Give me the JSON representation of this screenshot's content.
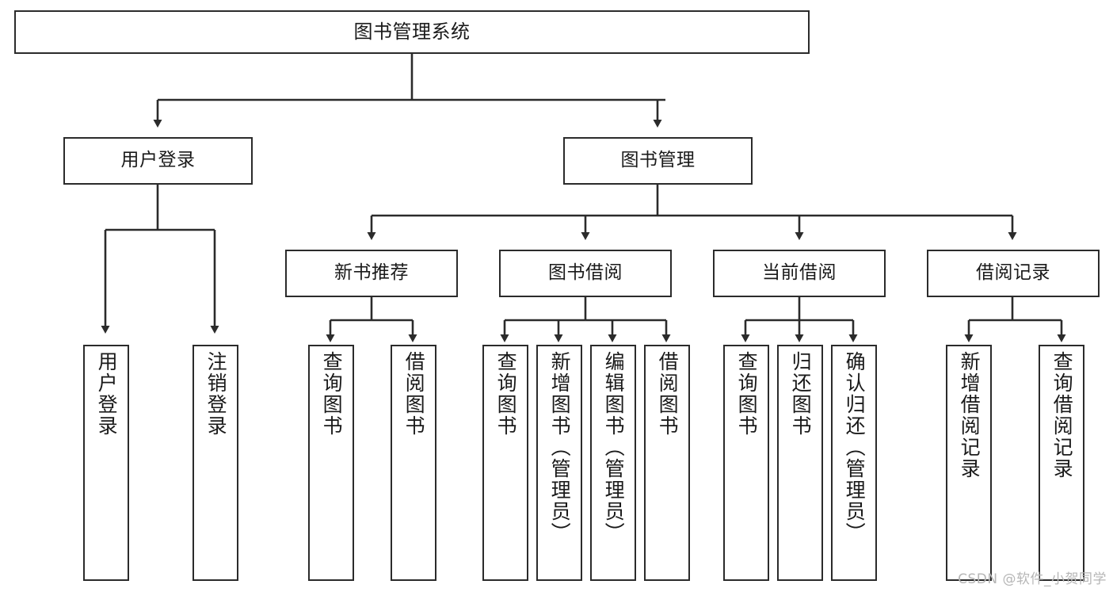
{
  "diagram": {
    "title": "图书管理系统",
    "type": "function-structure-tree",
    "watermark": "CSDN @软件_小贺同学",
    "colors": {
      "stroke": "#2b2b2b",
      "fill": "#ffffff",
      "text": "#1a1a1a",
      "watermark": "#b6b6b6"
    },
    "levels": {
      "root": {
        "label": "图书管理系统"
      },
      "level2": [
        {
          "label": "用户登录"
        },
        {
          "label": "图书管理"
        }
      ],
      "level3": [
        {
          "label": "新书推荐"
        },
        {
          "label": "图书借阅"
        },
        {
          "label": "当前借阅"
        },
        {
          "label": "借阅记录"
        }
      ],
      "leaves": {
        "user_login": [
          {
            "label": "用户登录"
          },
          {
            "label": "注销登录"
          }
        ],
        "new_book": [
          {
            "label": "查询图书"
          },
          {
            "label": "借阅图书"
          }
        ],
        "book_borrow": [
          {
            "label": "查询图书"
          },
          {
            "label": "新增图书（管理员）"
          },
          {
            "label": "编辑图书（管理员）"
          },
          {
            "label": "借阅图书"
          }
        ],
        "current_borrow": [
          {
            "label": "查询图书"
          },
          {
            "label": "归还图书"
          },
          {
            "label": "确认归还（管理员）"
          }
        ],
        "borrow_record": [
          {
            "label": "新增借阅记录"
          },
          {
            "label": "查询借阅记录"
          }
        ]
      }
    }
  }
}
